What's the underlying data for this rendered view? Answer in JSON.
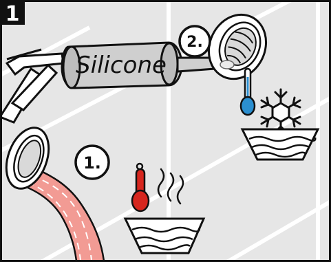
{
  "panel": {
    "number": "1"
  },
  "steps": {
    "first": "1.",
    "second": "2."
  },
  "caulk_gun": {
    "label": "Silicone"
  },
  "colors": {
    "tile_background": "#e6e6e6",
    "grout_line": "#ffffff",
    "outline": "#111111",
    "hose": "#f29b94",
    "hot_thermometer": "#d6261e",
    "cold_thermometer": "#2b8fd0",
    "badge_background": "#111111",
    "badge_text": "#ffffff"
  },
  "icons": {
    "hot": "hot-water-icon",
    "cold": "cold-water-icon",
    "snowflake": "snowflake-icon"
  }
}
